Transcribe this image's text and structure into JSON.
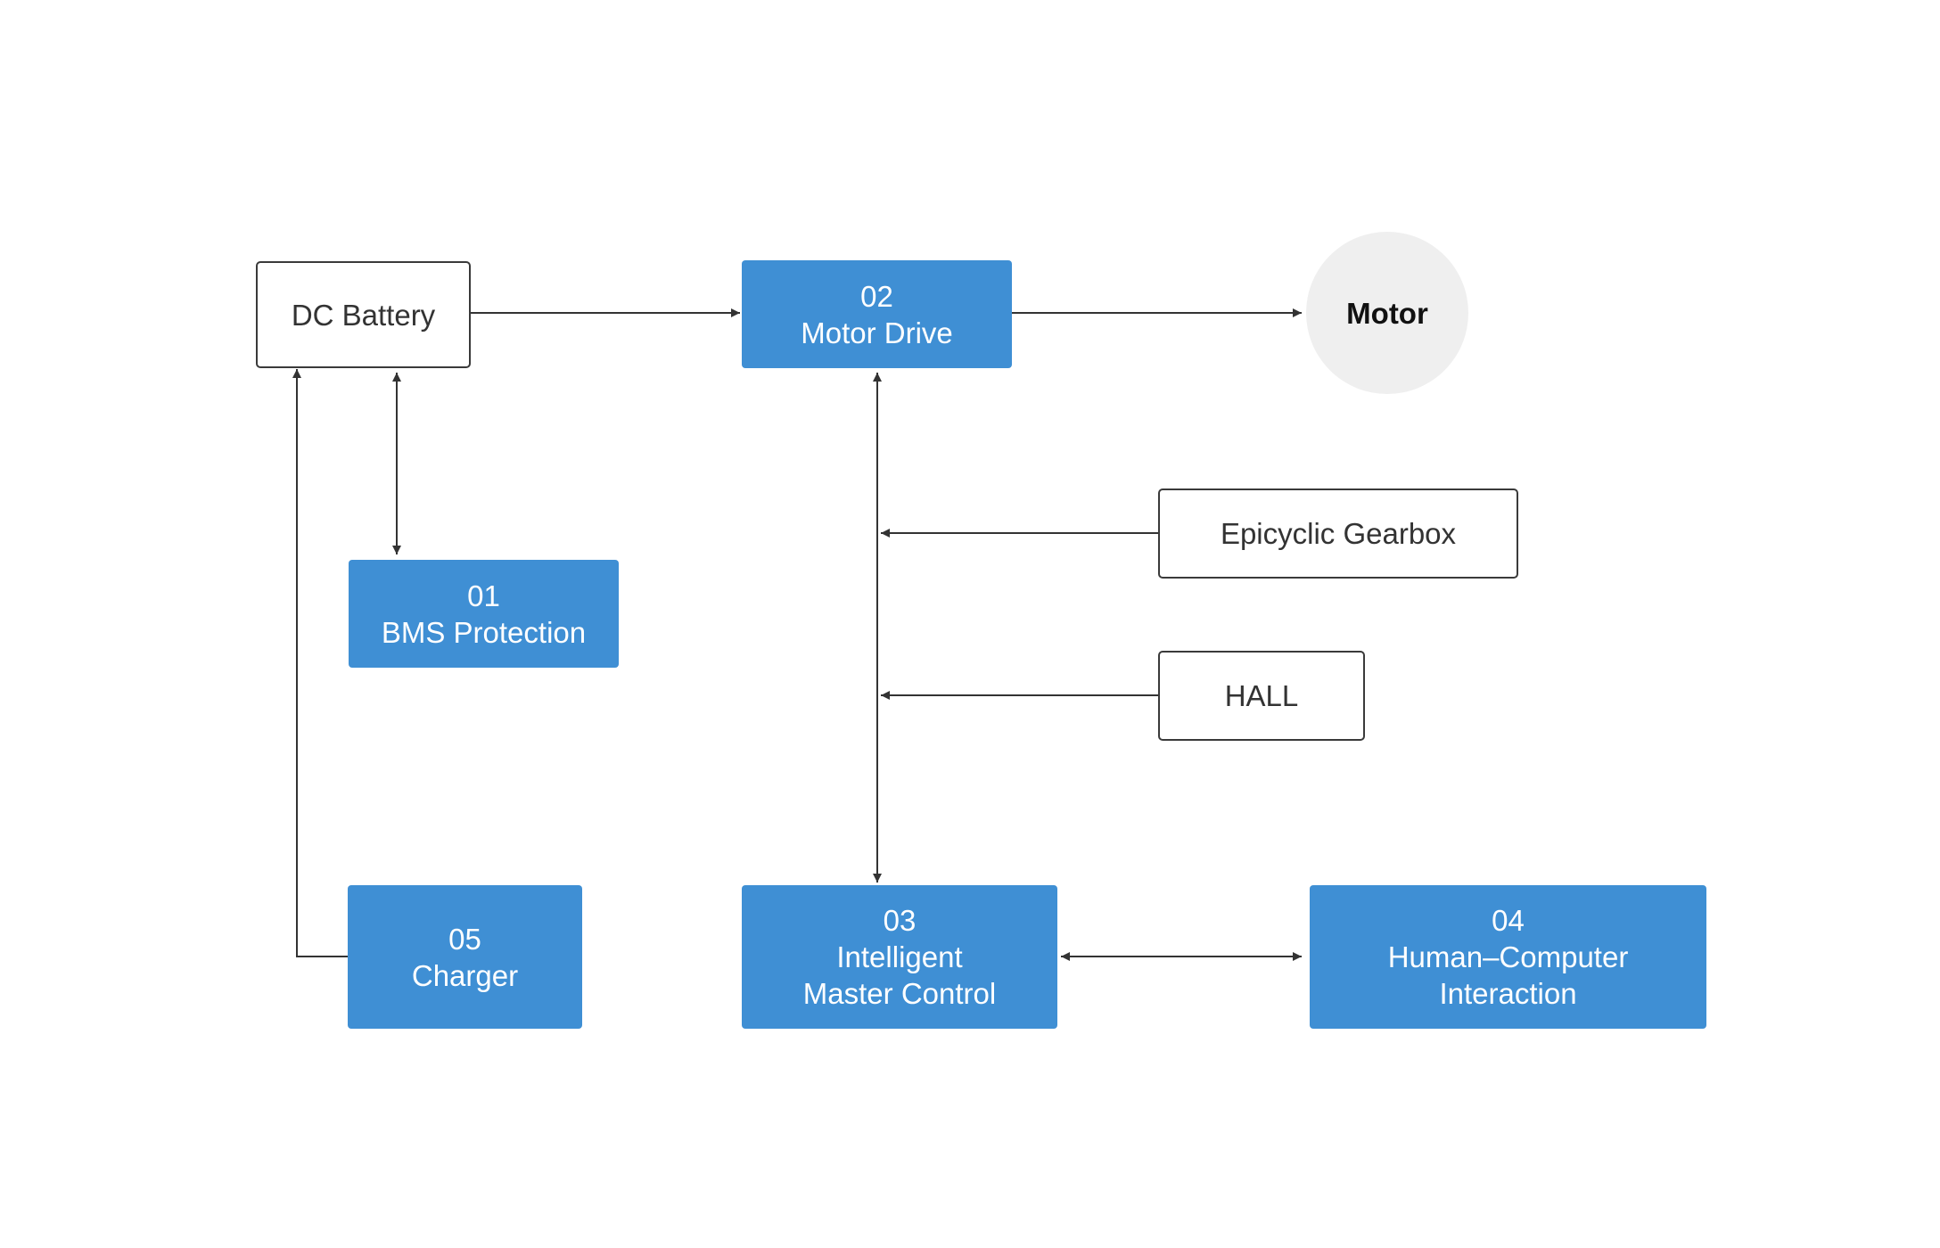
{
  "nodes": {
    "dc_battery": {
      "label": "DC Battery"
    },
    "motor_drive": {
      "number": "02",
      "label": "Motor Drive"
    },
    "motor": {
      "label": "Motor"
    },
    "bms_protection": {
      "number": "01",
      "label": "BMS Protection"
    },
    "epicyclic_gearbox": {
      "label": "Epicyclic Gearbox"
    },
    "hall": {
      "label": "HALL"
    },
    "charger": {
      "number": "05",
      "label": "Charger"
    },
    "intelligent_master_control": {
      "number": "03",
      "label_line1": "Intelligent",
      "label_line2": "Master Control"
    },
    "human_computer_interaction": {
      "number": "04",
      "label_line1": "Human–Computer",
      "label_line2": "Interaction"
    }
  },
  "connections": [
    {
      "from": "DC Battery",
      "to": "Motor Drive",
      "direction": "forward"
    },
    {
      "from": "Motor Drive",
      "to": "Motor",
      "direction": "forward"
    },
    {
      "from": "DC Battery",
      "to": "BMS Protection",
      "direction": "both"
    },
    {
      "from": "Charger",
      "to": "DC Battery",
      "direction": "forward"
    },
    {
      "from": "Motor Drive",
      "to": "Intelligent Master Control",
      "direction": "both"
    },
    {
      "from": "Epicyclic Gearbox",
      "to": "Motor Drive – Master Control link",
      "direction": "forward"
    },
    {
      "from": "HALL",
      "to": "Motor Drive – Master Control link",
      "direction": "forward"
    },
    {
      "from": "Intelligent Master Control",
      "to": "Human–Computer Interaction",
      "direction": "both"
    }
  ],
  "colors": {
    "filled_box": "#3f8fd4",
    "outline": "#3a3a3a",
    "motor_circle": "#efefef",
    "line": "#333333"
  }
}
